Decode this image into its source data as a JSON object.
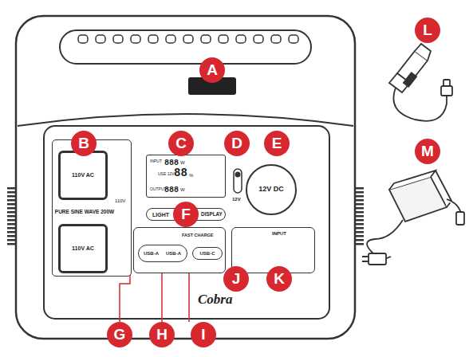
{
  "diagram": {
    "nodes": [
      {
        "text": [
          "A"
        ]
      },
      {
        "text": [
          "PURE SINE WAVE 200W",
          "110V"
        ]
      },
      {
        "text": [
          "B"
        ]
      },
      {
        "text": [
          "110V AC"
        ],
        "in": 1
      },
      {
        "text": [
          "110V AC"
        ],
        "in": 1
      },
      {
        "text": [
          "INPUT",
          "888",
          "W",
          "USE 12V",
          "88",
          "%",
          "OUTPUT",
          "888",
          "W"
        ]
      },
      {
        "text": [
          "C"
        ]
      },
      {
        "text": [
          "D"
        ]
      },
      {
        "text": [
          "12V DC"
        ]
      },
      {
        "text": [
          "E"
        ]
      },
      {
        "text": [
          "LIGHT",
          "DISPLAY"
        ]
      },
      {
        "text": [
          "F"
        ]
      },
      {
        "text": [
          "FAST CHARGE"
        ]
      },
      {
        "text": [
          "USB-A",
          "USB-A"
        ],
        "in": 12
      },
      {
        "text": [
          "USB-C"
        ],
        "in": 12
      },
      {
        "text": [
          "INPUT"
        ]
      },
      {
        "text": [
          "J"
        ]
      },
      {
        "text": [
          "K"
        ]
      },
      {
        "text": [
          "G"
        ]
      },
      {
        "text": [
          "H"
        ]
      },
      {
        "text": [
          "I"
        ]
      },
      {
        "text": [
          "L"
        ]
      },
      {
        "text": [
          "M"
        ]
      }
    ],
    "edges": [
      {
        "from": 19,
        "to": 13,
        "arrow": "none"
      }
    ],
    "labels": [
      "12V",
      "Cobra"
    ]
  }
}
